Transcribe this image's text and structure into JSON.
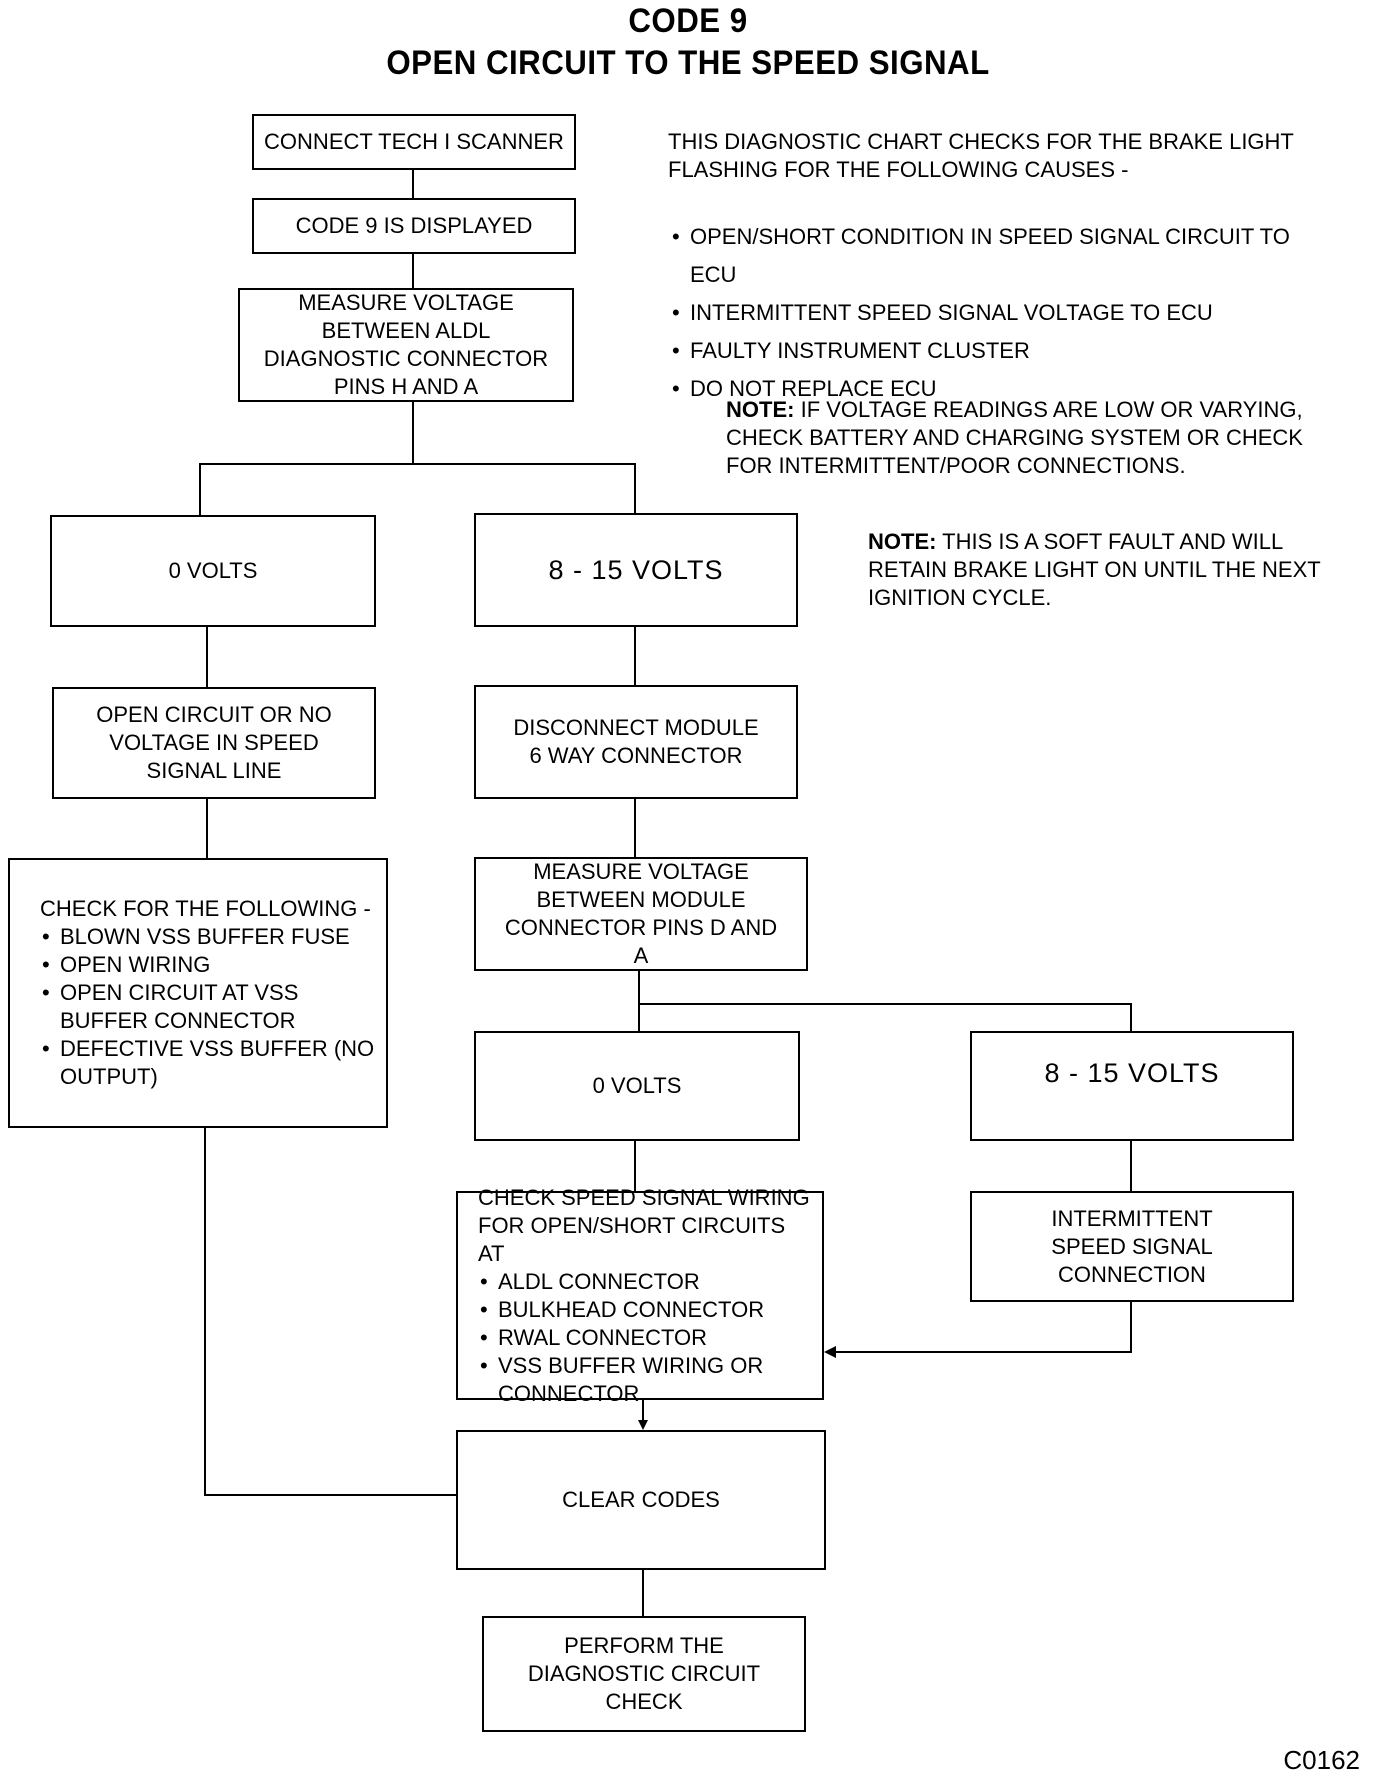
{
  "title": {
    "line1": "CODE 9",
    "line2": "OPEN CIRCUIT TO THE SPEED SIGNAL"
  },
  "description": {
    "intro": "THIS DIAGNOSTIC CHART CHECKS FOR THE BRAKE LIGHT FLASHING FOR THE FOLLOWING CAUSES -",
    "causes": [
      "OPEN/SHORT CONDITION IN SPEED SIGNAL CIRCUIT TO ECU",
      "INTERMITTENT SPEED SIGNAL VOLTAGE TO ECU",
      "FAULTY INSTRUMENT CLUSTER",
      "DO NOT REPLACE ECU"
    ],
    "note1_label": "NOTE:",
    "note1_text": "IF VOLTAGE READINGS ARE LOW OR VARYING, CHECK BATTERY AND CHARGING SYSTEM OR CHECK FOR INTERMITTENT/POOR CONNECTIONS.",
    "note2_label": "NOTE:",
    "note2_text": "THIS IS A SOFT FAULT AND WILL RETAIN BRAKE LIGHT ON UNTIL THE NEXT IGNITION CYCLE."
  },
  "flow": {
    "connect": "CONNECT TECH I SCANNER",
    "code_displayed": "CODE 9 IS DISPLAYED",
    "measure1": "MEASURE VOLTAGE BETWEEN ALDL DIAGNOSTIC CONNECTOR PINS H AND A",
    "zero_volts_a": "0 VOLTS",
    "range_volts_a": "8 - 15 VOLTS",
    "open_circuit": "OPEN CIRCUIT OR NO VOLTAGE IN SPEED SIGNAL LINE",
    "check_following_title": "CHECK FOR THE FOLLOWING -",
    "check_following_items": [
      "BLOWN VSS BUFFER FUSE",
      "OPEN WIRING",
      "OPEN CIRCUIT AT VSS BUFFER   CONNECTOR",
      "DEFECTIVE VSS BUFFER (NO OUTPUT)"
    ],
    "disconnect": "DISCONNECT MODULE 6 WAY CONNECTOR",
    "measure2": "MEASURE VOLTAGE BETWEEN MODULE CONNECTOR PINS D AND A",
    "zero_volts_b": "0 VOLTS",
    "range_volts_b": "8 - 15 VOLTS",
    "check_wiring_title": "CHECK SPEED SIGNAL WIRING FOR OPEN/SHORT CIRCUITS AT",
    "check_wiring_items": [
      "ALDL CONNECTOR",
      "BULKHEAD CONNECTOR",
      "RWAL CONNECTOR",
      "VSS BUFFER WIRING OR CONNECTOR"
    ],
    "intermittent": "INTERMITTENT SPEED SIGNAL CONNECTION",
    "clear_codes": "CLEAR CODES",
    "perform_check": "PERFORM THE DIAGNOSTIC CIRCUIT CHECK"
  },
  "figure_code": "C0162"
}
